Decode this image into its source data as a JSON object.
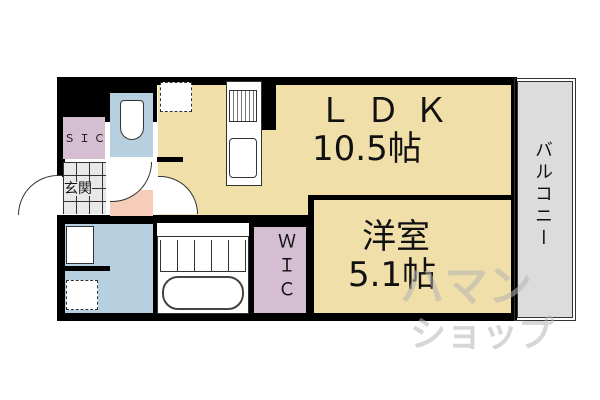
{
  "floorplan": {
    "rooms": {
      "ldk": {
        "name": "ＬＤＫ",
        "size": "10.5帖"
      },
      "western": {
        "name": "洋室",
        "size": "5.1帖"
      },
      "balcony": {
        "name": "バルコニー"
      },
      "entrance": {
        "name": "玄関"
      },
      "shoe_closet": {
        "name": "ＳＩＣ"
      },
      "walk_in_closet": {
        "name": "ＷＩＣ"
      }
    },
    "watermark": {
      "line1": "ハマン",
      "line2": "ショップ"
    },
    "colors": {
      "living": "#f0dfa9",
      "wet_area": "#b7d0df",
      "closet": "#d5bed2",
      "hall": "#f6cdb8",
      "balcony": "#dcdcdc",
      "wall": "#000000"
    }
  }
}
